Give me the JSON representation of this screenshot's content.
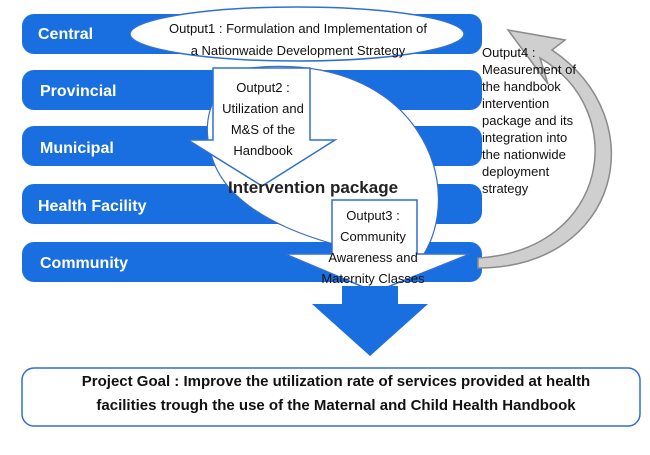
{
  "levels": {
    "central": "Central",
    "provincial": "Provincial",
    "municipal": "Municipal",
    "health_facility": "Health Facility",
    "community": "Community"
  },
  "outputs": {
    "output1": "Output1 : Formulation and Implementation of\na Nationwaide Development Strategy",
    "output2": "Output2 :\nUtilization and\nM&S of the\nHandbook",
    "output3": "Output3 :\nCommunity\nAwareness and\nMaternity Classes",
    "output4": "Output4 :\nMeasurement of\n the handbook\nintervention\n package and its\n integration into\n the nationwide\n deployment\n strategy"
  },
  "intervention_label": "Intervention package",
  "project_goal": "Project Goal : Improve the utilization rate of services provided at health\nfacilities trough the use of the Maternal and Child Health Handbook",
  "colors": {
    "bar_blue": "#1a6fe0",
    "arrow_blue": "#1a6fe0",
    "outline_blue": "#2f6fd6",
    "cycle_gray": "#c9c9c9"
  }
}
